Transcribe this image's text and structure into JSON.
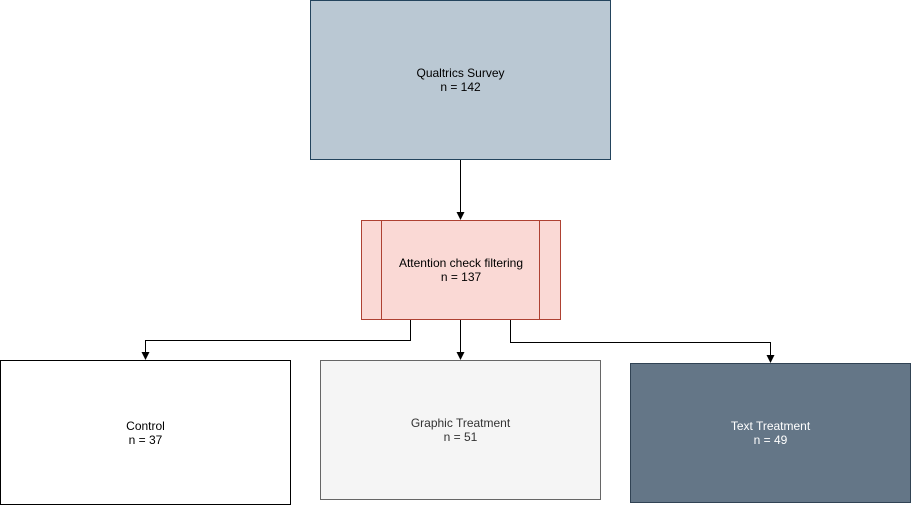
{
  "diagram": {
    "survey": {
      "title": "Qualtrics Survey",
      "count": "n = 142"
    },
    "attention": {
      "title": "Attention check filtering",
      "count": "n = 137"
    },
    "control": {
      "title": "Control",
      "count": "n = 37"
    },
    "graphic": {
      "title": "Graphic Treatment",
      "count": "n = 51"
    },
    "text": {
      "title": "Text Treatment",
      "count": "n = 49"
    }
  },
  "colors": {
    "survey_fill": "#bac8d3",
    "attention_fill": "#fad9d5",
    "control_fill": "#ffffff",
    "graphic_fill": "#f5f5f5",
    "text_fill": "#647687",
    "edge": "#000000"
  }
}
